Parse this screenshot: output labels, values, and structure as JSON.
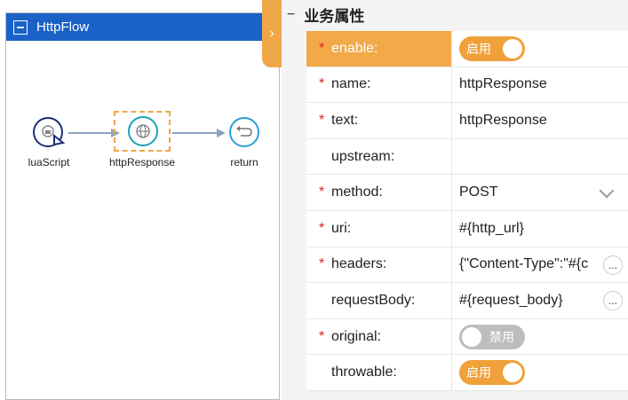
{
  "flow": {
    "title": "HttpFlow",
    "nodes": [
      {
        "id": "luaScript",
        "label": "luaScript"
      },
      {
        "id": "httpResponse",
        "label": "httpResponse"
      },
      {
        "id": "return",
        "label": "return"
      }
    ]
  },
  "panel": {
    "section_title": "业务属性",
    "collapse_symbol": "−",
    "tab_symbol": "›",
    "fields": [
      {
        "label": "enable:",
        "required": true,
        "type": "toggle",
        "on": true,
        "toggle_text": "启用"
      },
      {
        "label": "name:",
        "required": true,
        "value": "httpResponse"
      },
      {
        "label": "text:",
        "required": true,
        "value": "httpResponse"
      },
      {
        "label": "upstream:",
        "required": false,
        "value": ""
      },
      {
        "label": "method:",
        "required": true,
        "value": "POST"
      },
      {
        "label": "uri:",
        "required": true,
        "value": "#{http_url}"
      },
      {
        "label": "headers:",
        "required": true,
        "value": "{\"Content-Type\":\"#{c"
      },
      {
        "label": "requestBody:",
        "required": false,
        "value": "#{request_body}"
      },
      {
        "label": "original:",
        "required": true,
        "type": "toggle",
        "on": false,
        "toggle_text": "禁用"
      },
      {
        "label": "throwable:",
        "required": false,
        "type": "toggle",
        "on": true,
        "toggle_text": "启用"
      }
    ],
    "required_mark": "*",
    "more_button": "..."
  },
  "colors": {
    "header_blue": "#1b62c6",
    "accent_orange": "#f0a13a",
    "required_red": "#e02020"
  }
}
